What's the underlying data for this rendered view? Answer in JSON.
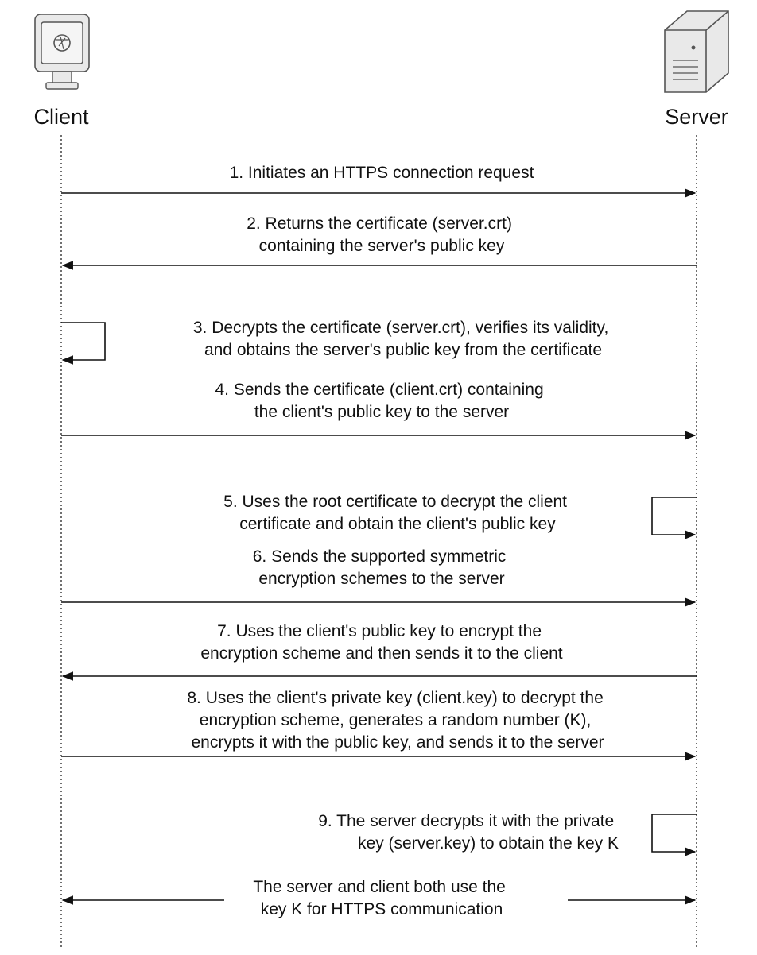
{
  "actors": {
    "client": {
      "label": "Client",
      "icon": "monitor-icon"
    },
    "server": {
      "label": "Server",
      "icon": "server-tower-icon"
    }
  },
  "steps": [
    {
      "id": "s1",
      "lines": [
        "1. Initiates an HTTPS connection request"
      ],
      "direction": "client-to-server"
    },
    {
      "id": "s2",
      "lines": [
        "2. Returns the certificate (server.crt)",
        "containing the server's public key"
      ],
      "direction": "server-to-client"
    },
    {
      "id": "s3",
      "lines": [
        "3. Decrypts the certificate (server.crt), verifies its validity,",
        "and obtains the server's public key from the certificate"
      ],
      "direction": "client-self"
    },
    {
      "id": "s4",
      "lines": [
        "4. Sends the certificate (client.crt) containing",
        "the client's public key to the server"
      ],
      "direction": "client-to-server"
    },
    {
      "id": "s5",
      "lines": [
        "5. Uses the root certificate to decrypt the client",
        "certificate and obtain the client's public key"
      ],
      "direction": "server-self"
    },
    {
      "id": "s6",
      "lines": [
        "6. Sends the supported symmetric",
        "encryption schemes to the server"
      ],
      "direction": "client-to-server"
    },
    {
      "id": "s7",
      "lines": [
        "7. Uses the client's public key to encrypt the",
        "encryption scheme and then sends it to the client"
      ],
      "direction": "server-to-client"
    },
    {
      "id": "s8",
      "lines": [
        "8. Uses the client's private key (client.key) to decrypt the",
        "encryption scheme, generates a random number (K),",
        "encrypts it with the public key, and sends it to the server"
      ],
      "direction": "client-to-server"
    },
    {
      "id": "s9",
      "lines": [
        "9. The server decrypts it with the private",
        "key (server.key) to obtain the key K"
      ],
      "direction": "server-self"
    },
    {
      "id": "s10",
      "lines": [
        "The server and client both use the",
        "key K for HTTPS communication"
      ],
      "direction": "bidirectional"
    }
  ]
}
